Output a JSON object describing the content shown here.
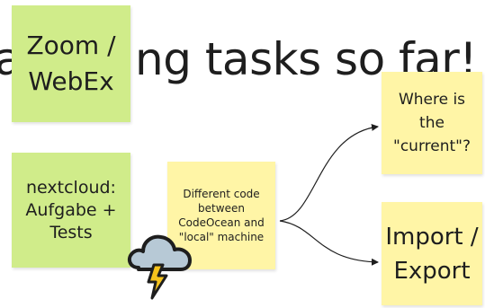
{
  "background_title": {
    "part1": "a",
    "part2": "ng tasks so far!"
  },
  "notes": {
    "zoom": "Zoom / WebEx",
    "nextcloud": "nextcloud: Aufgabe + Tests",
    "codeocean": "Different code between CodeOcean and \"local\" machine",
    "where": "Where is the \"current\"?",
    "import": "Import / Export"
  },
  "colors": {
    "green_note": "#d0ec8a",
    "yellow_note": "#fff5a6",
    "storm_cloud": "#b7c9d6",
    "lightning": "#f6c31c"
  },
  "icons": {
    "storm": "storm-cloud-lightning-icon"
  }
}
